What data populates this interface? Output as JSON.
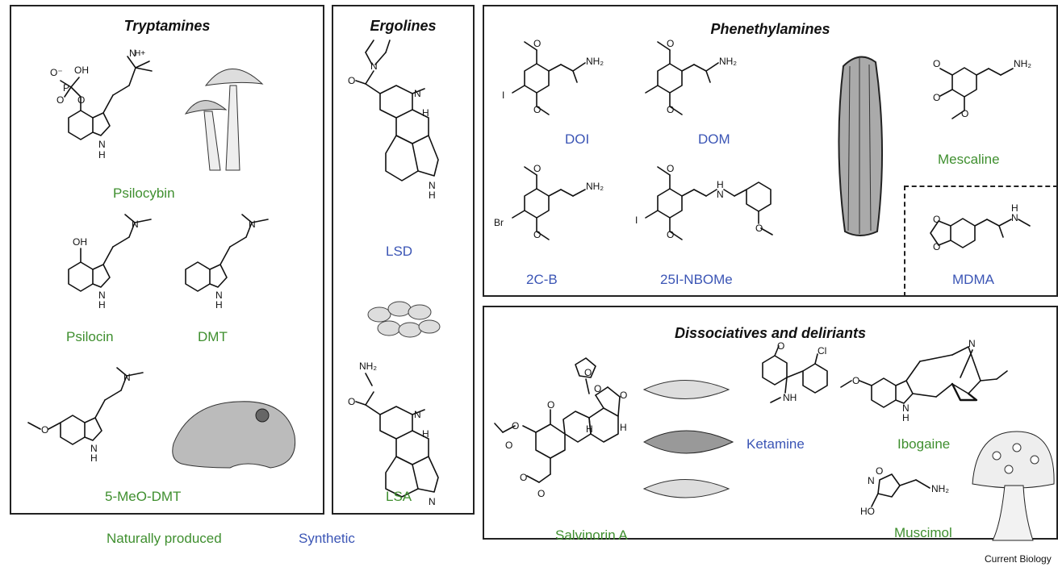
{
  "panels": {
    "tryptamines": {
      "title": "Tryptamines"
    },
    "ergolines": {
      "title": "Ergolines"
    },
    "phenethylamines": {
      "title": "Phenethylamines"
    },
    "dissociatives": {
      "title": "Dissociatives and deliriants"
    }
  },
  "compounds": {
    "psilocybin": "Psilocybin",
    "psilocin": "Psilocin",
    "dmt": "DMT",
    "meo_dmt": "5-MeO-DMT",
    "lsd": "LSD",
    "lsa": "LSA",
    "doi": "DOI",
    "dom": "DOM",
    "mescaline": "Mescaline",
    "c2b": "2C-B",
    "nbome": "25I-NBOMe",
    "mdma": "MDMA",
    "salvinorin": "Salvinorin A",
    "ketamine": "Ketamine",
    "ibogaine": "Ibogaine",
    "muscimol": "Muscimol"
  },
  "legend": {
    "natural": "Naturally produced",
    "synthetic": "Synthetic"
  },
  "colors": {
    "natural": "#3f8f2f",
    "synthetic": "#3b55b5",
    "border": "#222222"
  },
  "credit": "Current Biology"
}
